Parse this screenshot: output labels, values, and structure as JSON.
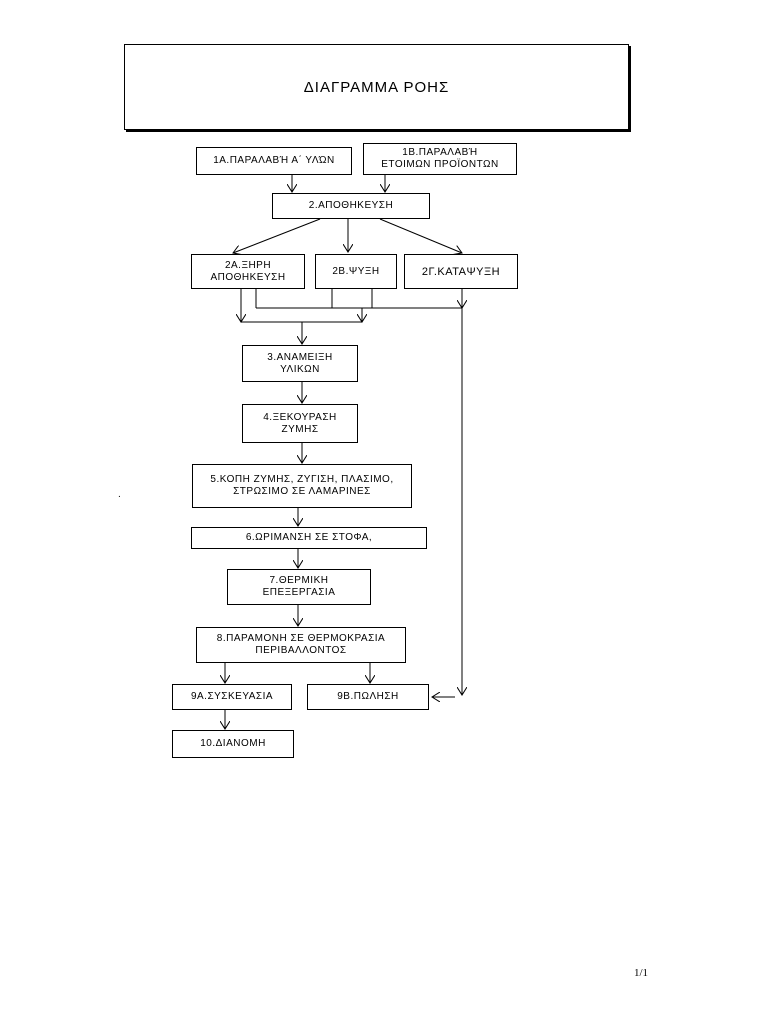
{
  "title": "ΔΙΑΓΡΑΜΜΑ ΡΟΗΣ",
  "nodes": {
    "n1a": "1Α.ΠΑΡΑΛΑΒΉ Α΄ ΥΛΏΝ",
    "n1b": "1Β.ΠΑΡΑΛΑΒΉ\nΕΤΟΙΜΩΝ ΠΡΟΪΟΝΤΩΝ",
    "n2": "2.ΑΠΟΘΗΚΕΥΣΗ",
    "n2a": "2Α.ΞΗΡΗ\nΑΠΟΘΗΚΕΥΣΗ",
    "n2b": "2Β.ΨΥΞΗ",
    "n2g": "2Γ.ΚΑΤΑΨΥΞΗ",
    "n3": "3.ΑΝΑΜΕΙΞΗ\nΥΛΙΚΩΝ",
    "n4": "4.ΞΕΚΟΥΡΑΣΗ\nΖΥΜΗΣ",
    "n5": "5.ΚΟΠΗ ΖΥΜΗΣ, ΖΥΓΙΣΗ, ΠΛΑΣΙΜΟ,\nΣΤΡΩΣΙΜΟ ΣΕ ΛΑΜΑΡΙΝΕΣ",
    "n6": "6.ΩΡΙΜΑΝΣΗ ΣΕ ΣΤΟΦΑ,",
    "n7": "7.ΘΕΡΜΙΚΗ\nΕΠΕΞΕΡΓΑΣΙΑ",
    "n8": "8.ΠΑΡΑΜΟΝΗ ΣΕ ΘΕΡΜΟΚΡΑΣΙΑ\nΠΕΡΙΒΑΛΛΟΝΤΟΣ",
    "n9a": "9Α.ΣΥΣΚΕΥΑΣΙΑ",
    "n9b": "9Β.ΠΩΛΗΣΗ",
    "n10": "10.ΔΙΑΝΟΜΗ"
  },
  "page_number": "1/1",
  "stray_mark": "."
}
